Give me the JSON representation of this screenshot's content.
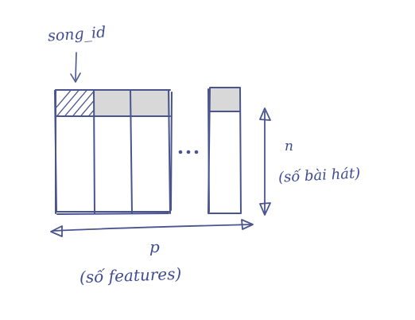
{
  "labels": {
    "song_id": "song_id",
    "n": "n",
    "n_desc": "(số bài hát)",
    "p": "p",
    "p_desc": "(số features)"
  },
  "colors": {
    "ink": "#4a558f",
    "header_fill": "#d8d8d8",
    "background": "#ffffff"
  },
  "icons": [
    "ellipsis-icon",
    "song-id-arrow-icon",
    "rows-double-arrow-icon",
    "features-double-arrow-icon"
  ]
}
